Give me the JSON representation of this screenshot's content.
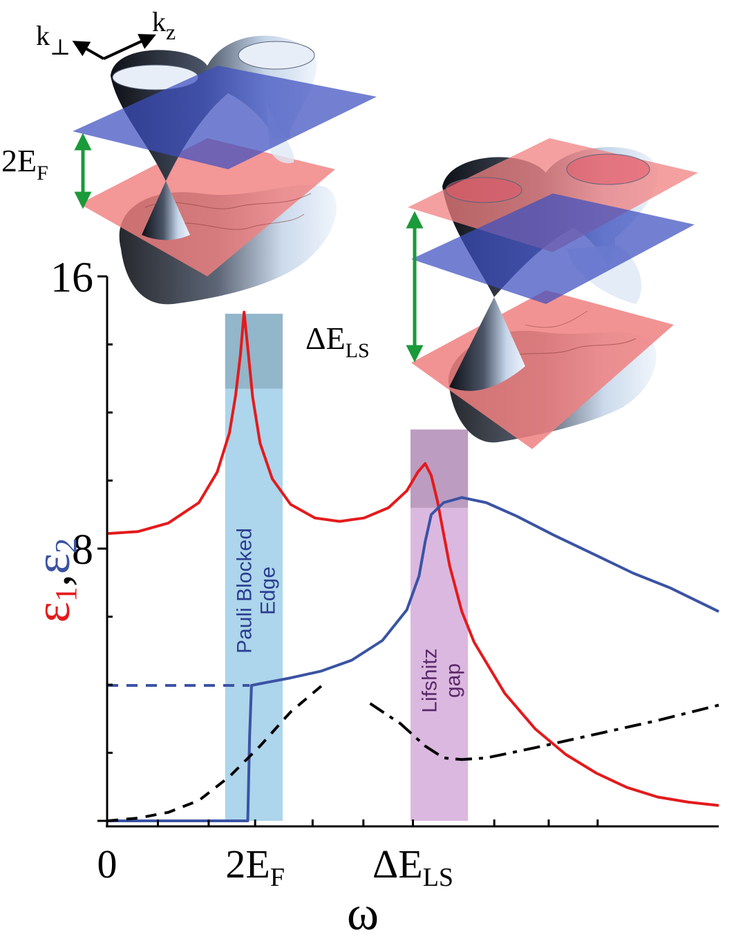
{
  "chart_data": {
    "type": "line",
    "ylabel_eps1": "ε",
    "ylabel_eps1_sub": "1",
    "ylabel_sep": ",",
    "ylabel_eps2": "ε",
    "ylabel_eps2_sub": "2",
    "xlabel": "ω",
    "ylim": [
      0,
      16
    ],
    "yticks": [
      {
        "value": 16,
        "label": "16"
      },
      {
        "value": 8,
        "label": "8"
      }
    ],
    "xticks": [
      {
        "value": 0,
        "label": "0"
      },
      {
        "value": 2.42,
        "label_main": "2E",
        "label_sub": "F"
      },
      {
        "value": 5.0,
        "label_main": "ΔE",
        "label_sub": "LS"
      }
    ],
    "x_minor_ticks": [
      0.83,
      1.66,
      2.42,
      3.36,
      4.19,
      5.0,
      6.33,
      7.22,
      8.02
    ],
    "bands": [
      {
        "x0": 1.93,
        "x1": 2.87,
        "y0": 0,
        "y1": 14.9,
        "color": "#a9d3ea",
        "dark_from": 12.7,
        "label_lines": [
          "Pauli Blocked",
          "Edge"
        ]
      },
      {
        "x0": 4.96,
        "x1": 5.9,
        "y0": 0,
        "y1": 11.5,
        "color": "#d9b4de",
        "dark_from": 9.2,
        "label_lines": [
          "Lifshitz",
          "gap"
        ]
      }
    ],
    "series": [
      {
        "color": "#e41a1c",
        "style": "solid",
        "points": [
          [
            0.0,
            8.44
          ],
          [
            0.5,
            8.5
          ],
          [
            1.0,
            8.75
          ],
          [
            1.5,
            9.35
          ],
          [
            1.8,
            10.25
          ],
          [
            2.0,
            11.4
          ],
          [
            2.1,
            12.5
          ],
          [
            2.18,
            13.7
          ],
          [
            2.24,
            14.95
          ],
          [
            2.3,
            13.9
          ],
          [
            2.38,
            12.45
          ],
          [
            2.5,
            11.1
          ],
          [
            2.7,
            10.05
          ],
          [
            3.0,
            9.3
          ],
          [
            3.4,
            8.9
          ],
          [
            3.8,
            8.8
          ],
          [
            4.2,
            8.9
          ],
          [
            4.6,
            9.2
          ],
          [
            4.9,
            9.7
          ],
          [
            5.08,
            10.25
          ],
          [
            5.2,
            10.5
          ],
          [
            5.3,
            10.15
          ],
          [
            5.4,
            9.4
          ],
          [
            5.6,
            7.5
          ],
          [
            5.8,
            6.15
          ],
          [
            6.0,
            5.25
          ],
          [
            6.5,
            3.75
          ],
          [
            7.0,
            2.7
          ],
          [
            7.5,
            1.95
          ],
          [
            8.0,
            1.4
          ],
          [
            8.5,
            0.98
          ],
          [
            9.0,
            0.7
          ],
          [
            9.5,
            0.55
          ],
          [
            10.0,
            0.45
          ]
        ]
      },
      {
        "color": "#3a53a4",
        "style": "solid",
        "points": [
          [
            0.0,
            0.0
          ],
          [
            2.2,
            0.0
          ],
          [
            2.3,
            0.0
          ],
          [
            2.33,
            2.5
          ],
          [
            2.36,
            3.98
          ],
          [
            2.5,
            4.03
          ],
          [
            3.0,
            4.2
          ],
          [
            3.5,
            4.4
          ],
          [
            4.0,
            4.72
          ],
          [
            4.5,
            5.3
          ],
          [
            4.9,
            6.2
          ],
          [
            5.1,
            7.2
          ],
          [
            5.2,
            8.2
          ],
          [
            5.3,
            9.0
          ],
          [
            5.5,
            9.35
          ],
          [
            5.8,
            9.5
          ],
          [
            6.2,
            9.35
          ],
          [
            6.7,
            8.95
          ],
          [
            7.3,
            8.4
          ],
          [
            8.0,
            7.8
          ],
          [
            8.6,
            7.28
          ],
          [
            9.2,
            6.85
          ],
          [
            10.0,
            6.15
          ]
        ]
      },
      {
        "color": "#3a53a4",
        "style": "dashed",
        "points": [
          [
            0.0,
            3.98
          ],
          [
            2.33,
            3.98
          ]
        ]
      },
      {
        "color": "#000000",
        "style": "dashed",
        "points": [
          [
            0.0,
            0.0
          ],
          [
            0.5,
            0.08
          ],
          [
            1.0,
            0.25
          ],
          [
            1.5,
            0.6
          ],
          [
            2.0,
            1.3
          ],
          [
            2.5,
            2.2
          ],
          [
            3.0,
            3.2
          ],
          [
            3.5,
            3.96
          ]
        ]
      },
      {
        "color": "#000000",
        "style": "dashdot",
        "points": [
          [
            4.3,
            3.45
          ],
          [
            4.8,
            2.85
          ],
          [
            5.2,
            2.2
          ],
          [
            5.5,
            1.85
          ],
          [
            5.8,
            1.8
          ],
          [
            6.2,
            1.85
          ],
          [
            7.0,
            2.15
          ],
          [
            8.0,
            2.55
          ],
          [
            9.0,
            2.95
          ],
          [
            10.0,
            3.4
          ]
        ]
      }
    ]
  },
  "insets": {
    "axes_label_perp_main": "k",
    "axes_label_perp_sub": "⊥",
    "axes_label_z_main": "k",
    "axes_label_z_sub": "z",
    "left_arrow_label_main": "2E",
    "left_arrow_label_sub": "F",
    "right_arrow_label_main": "ΔE",
    "right_arrow_label_sub": "LS",
    "colors": {
      "blue_plane": "#3d4fbf",
      "red_plane": "#f08080",
      "arrow_green": "#1a9a3a",
      "cone_dark": "#1c1f28",
      "cone_light": "#d6e4f3"
    }
  }
}
